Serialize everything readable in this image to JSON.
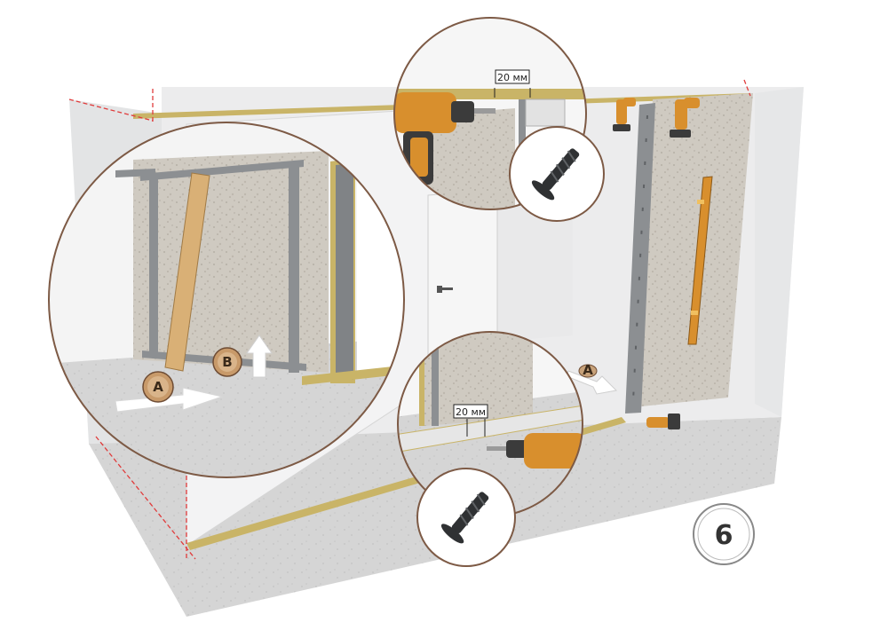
{
  "step_badge": {
    "number": "6"
  },
  "dimensions": {
    "top_gap": "20 мм",
    "bottom_gap": "20 мм"
  },
  "markers": {
    "a_label": "A",
    "b_label": "B"
  },
  "icons": [
    "screw-icon",
    "drill-icon",
    "level-icon",
    "door-handle-icon"
  ],
  "colors": {
    "wall": "#e9eaeb",
    "floor": "#cfd0d1",
    "profile": "#8c8f92",
    "drill": "#d88f2d",
    "zoom_ring": "#7d5a45",
    "laser": "#e03b3b"
  }
}
